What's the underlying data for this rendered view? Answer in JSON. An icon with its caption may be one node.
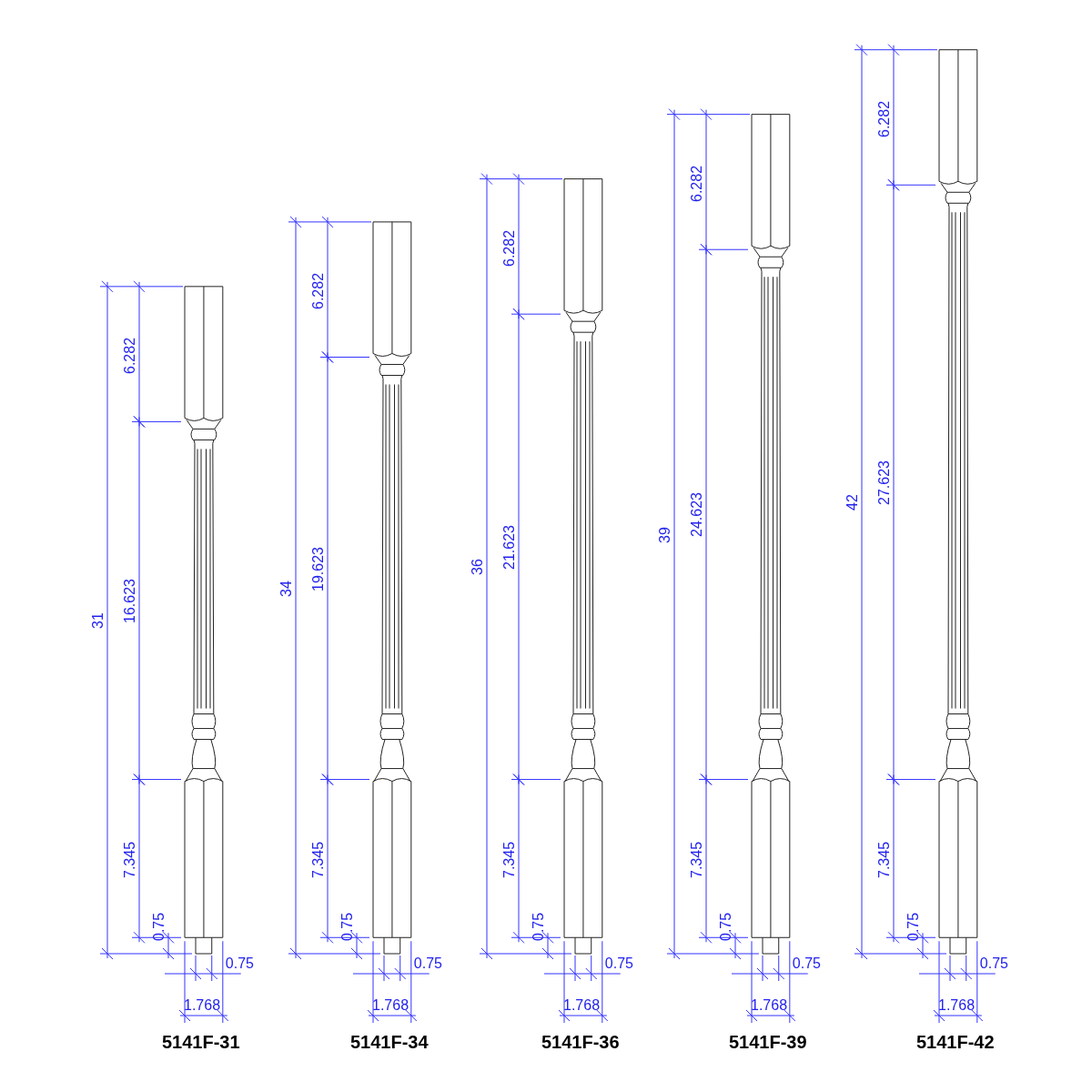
{
  "diagram": {
    "labels": [
      "31",
      "6.282",
      "16.623",
      "7.345",
      "0.75",
      "0.75",
      "1.768",
      "5141F-31",
      "34",
      "6.282",
      "19.623",
      "7.345",
      "0.75",
      "0.75",
      "1.768",
      "5141F-34",
      "36",
      "6.282",
      "21.623",
      "7.345",
      "0.75",
      "0.75",
      "1.768",
      "5141F-36",
      "39",
      "6.282",
      "24.623",
      "7.345",
      "0.75",
      "0.75",
      "1.768",
      "5141F-39",
      "42",
      "6.282",
      "27.623",
      "7.345",
      "0.75",
      "0.75",
      "1.768",
      "5141F-42"
    ]
  }
}
